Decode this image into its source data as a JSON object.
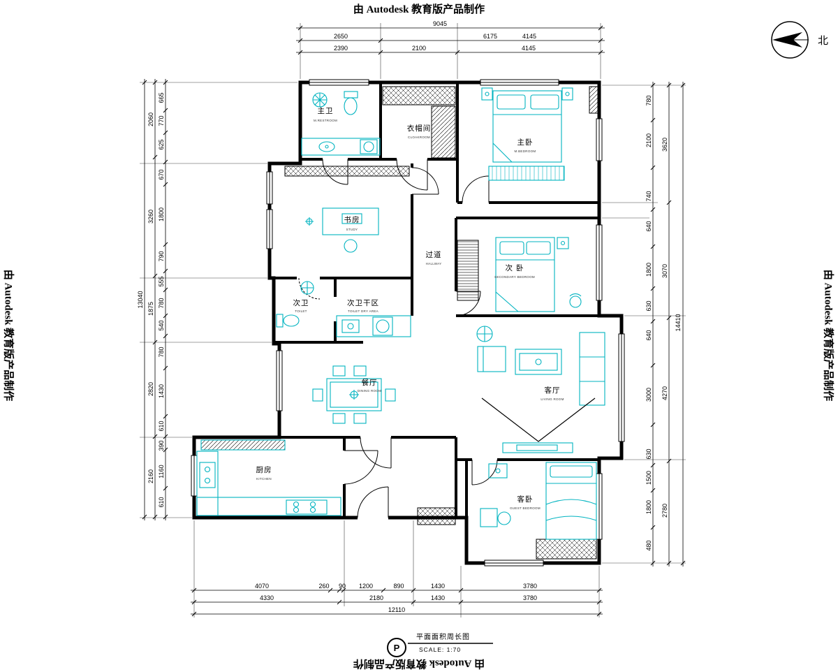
{
  "watermark": {
    "text": "由 Autodesk 教育版产品制作"
  },
  "compass": {
    "label": "北"
  },
  "legend": {
    "symbol": "P",
    "title": "平面面积周长图",
    "scale": "SCALE: 1:70"
  },
  "colors": {
    "furniture": "#00b3c0",
    "line": "#000000"
  },
  "rooms": {
    "master_bath": {
      "zh": "主卫",
      "en": "M.RESTROOM"
    },
    "cloakroom": {
      "zh": "衣帽间",
      "en": "CLOAKROOM"
    },
    "master_bedroom": {
      "zh": "主卧",
      "en": "M.BEDROOM"
    },
    "study": {
      "zh": "书房",
      "en": "STUDY"
    },
    "hallway": {
      "zh": "过道",
      "en": "HALLWAY"
    },
    "second_bedroom": {
      "zh": "次 卧",
      "en": "SECONDARY BEDROOM"
    },
    "second_bath": {
      "zh": "次卫",
      "en": "TOILET"
    },
    "second_bath_dry": {
      "zh": "次卫干区",
      "en": "TOILET DRY AREA"
    },
    "dining": {
      "zh": "餐厅",
      "en": "DINING ROOM"
    },
    "living": {
      "zh": "客厅",
      "en": "LIVING ROOM"
    },
    "kitchen": {
      "zh": "厨房",
      "en": "KITCHEN"
    },
    "guest_bedroom": {
      "zh": "客卧",
      "en": "GUEST BEDROOM"
    }
  },
  "dims": {
    "top1": [
      "9045"
    ],
    "top2": [
      "2650",
      "6175",
      "4145"
    ],
    "top3": [
      "2390",
      "2100",
      "4145"
    ],
    "left_outer": [
      "13040"
    ],
    "left_mid": [
      "2060",
      "3260",
      "1875",
      "2820",
      "2160"
    ],
    "left_inner": [
      "665",
      "770",
      "625",
      "670",
      "1800",
      "790",
      "555",
      "780",
      "540",
      "780",
      "1430",
      "610",
      "390",
      "1160",
      "610"
    ],
    "right_inner": [
      "780",
      "2100",
      "740",
      "640",
      "1800",
      "630",
      "640",
      "3000",
      "630",
      "1500",
      "1800",
      "480"
    ],
    "right_mid": [
      "3620",
      "3070",
      "4270",
      "2780"
    ],
    "right_outer": [
      "14410"
    ],
    "bottom1": [
      "4070",
      "260",
      "90",
      "1200",
      "890",
      "1430",
      "3780"
    ],
    "bottom2": [
      "4330",
      "2180",
      "1430",
      "3780"
    ],
    "bottom3": [
      "12110"
    ]
  }
}
